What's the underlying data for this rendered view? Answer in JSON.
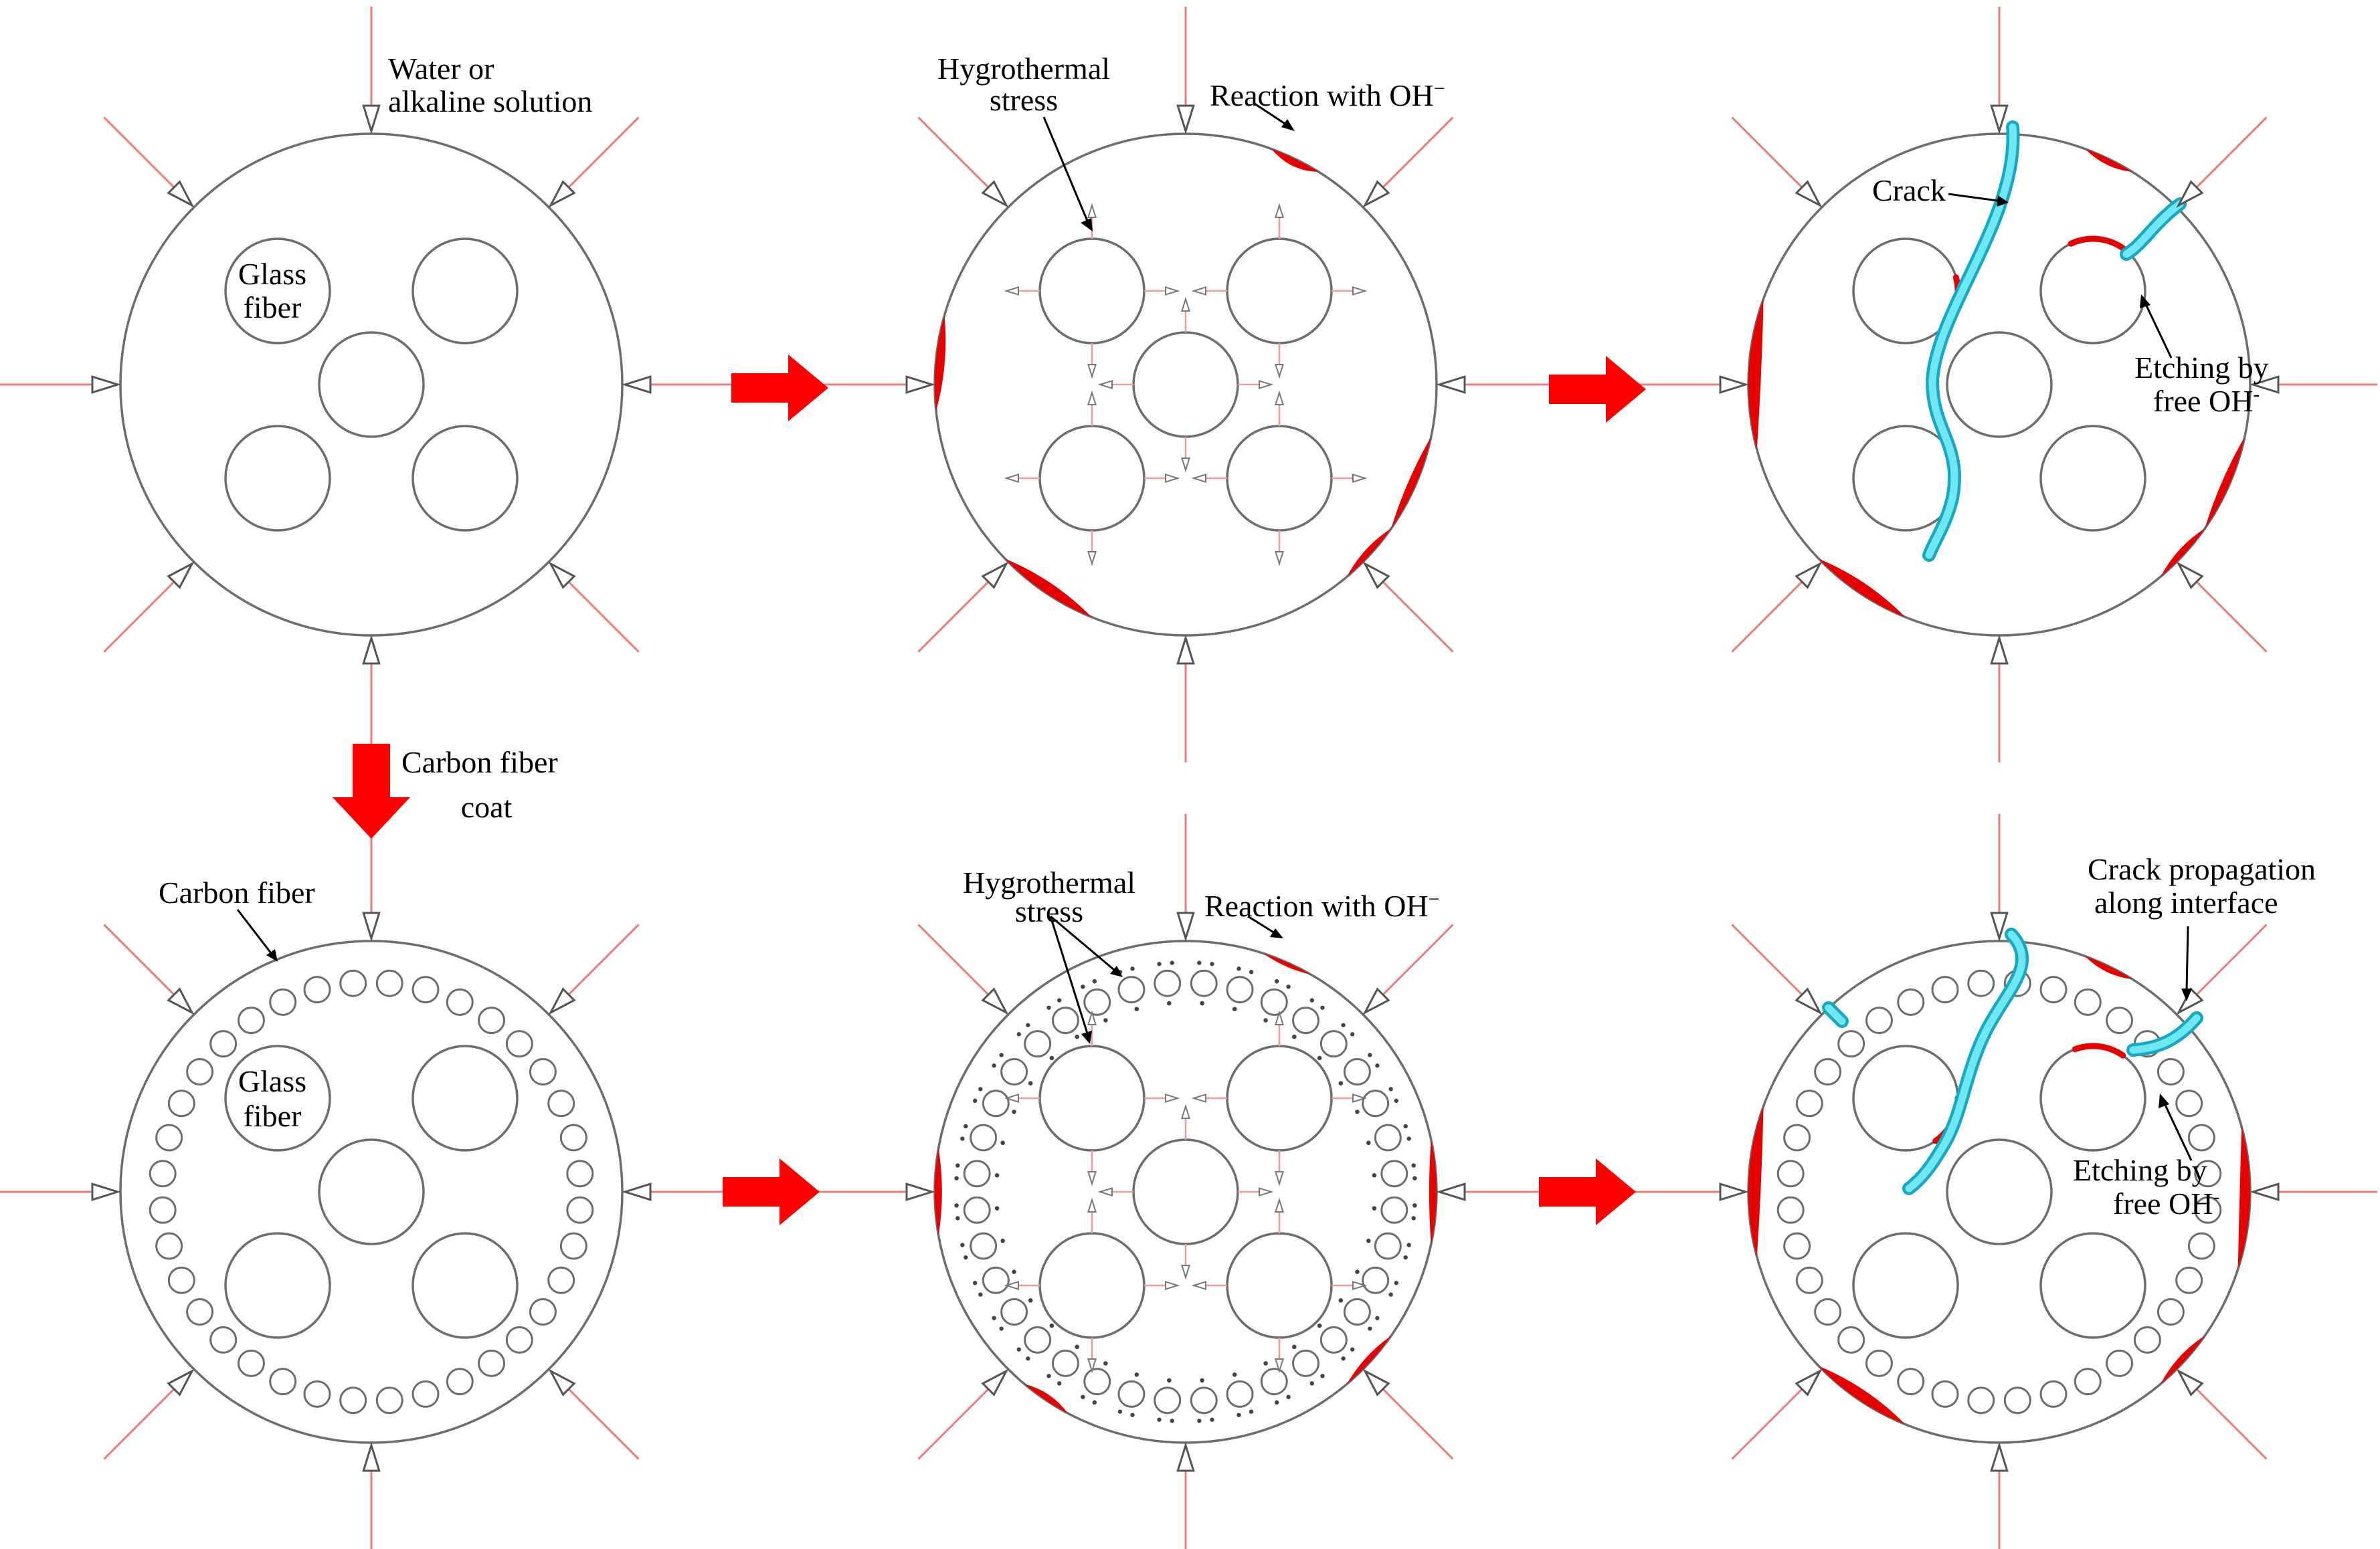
{
  "colors": {
    "process_arrow": "#ff0000",
    "attack_ray": "#ef7a7a",
    "reaction_zone": "#e60000",
    "crack": "#17a9c3",
    "outline": "#6d6d6d"
  },
  "labels": {
    "water_line1": "Water or",
    "water_line2": "alkaline solution",
    "glass_line1": "Glass",
    "glass_line2": "fiber",
    "hygro_line1": "Hygrothermal",
    "hygro_line2": "stress",
    "reaction": "Reaction with OH",
    "reaction_sup": "−",
    "crack": "Crack",
    "etch_line1": "Etching by",
    "etch_line2": "free OH",
    "etch_sup": "-",
    "cf_coat_line1": "Carbon fiber",
    "cf_coat_line2": "coat",
    "carbon_fiber": "Carbon fiber",
    "glass2_line1": "Glass",
    "glass2_line2": "fiber",
    "hygro2_line1": "Hygrothermal",
    "hygro2_line2": "stress",
    "reaction2": "Reaction with OH",
    "reaction2_sup": "−",
    "crack_prop_line1": "Crack propagation",
    "crack_prop_line2": "along interface",
    "etch2_line1": "Etching by",
    "etch2_line2": "free OH",
    "etch2_sup": "-"
  },
  "icons": {
    "process_arrow": "red-block-arrow-icon",
    "attack_arrow": "hollow-triangle-arrow-icon"
  }
}
